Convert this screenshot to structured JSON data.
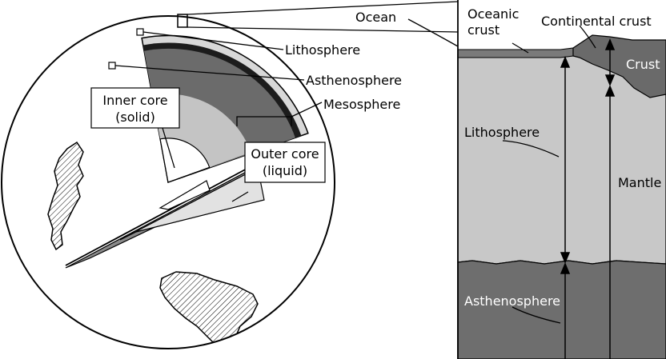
{
  "globe": {
    "labels": {
      "lithosphere": "Lithosphere",
      "asthenosphere": "Asthenosphere",
      "mesosphere": "Mesosphere",
      "inner_core_line1": "Inner core",
      "inner_core_line2": "(solid)",
      "outer_core_line1": "Outer core",
      "outer_core_line2": "(liquid)"
    }
  },
  "section": {
    "labels": {
      "ocean": "Ocean",
      "oceanic_crust_line1": "Oceanic",
      "oceanic_crust_line2": "crust",
      "continental_crust": "Continental crust",
      "crust": "Crust",
      "lithosphere": "Lithosphere",
      "mantle": "Mantle",
      "asthenosphere": "Asthenosphere"
    }
  },
  "colors": {
    "outline": "#000000",
    "dark_gray": "#6e6e6e",
    "mid_gray": "#8a8a8a",
    "light_gray": "#bdbdbd",
    "lighter_gray": "#d4d4d4",
    "pale": "#e8e8e8",
    "white": "#ffffff"
  }
}
